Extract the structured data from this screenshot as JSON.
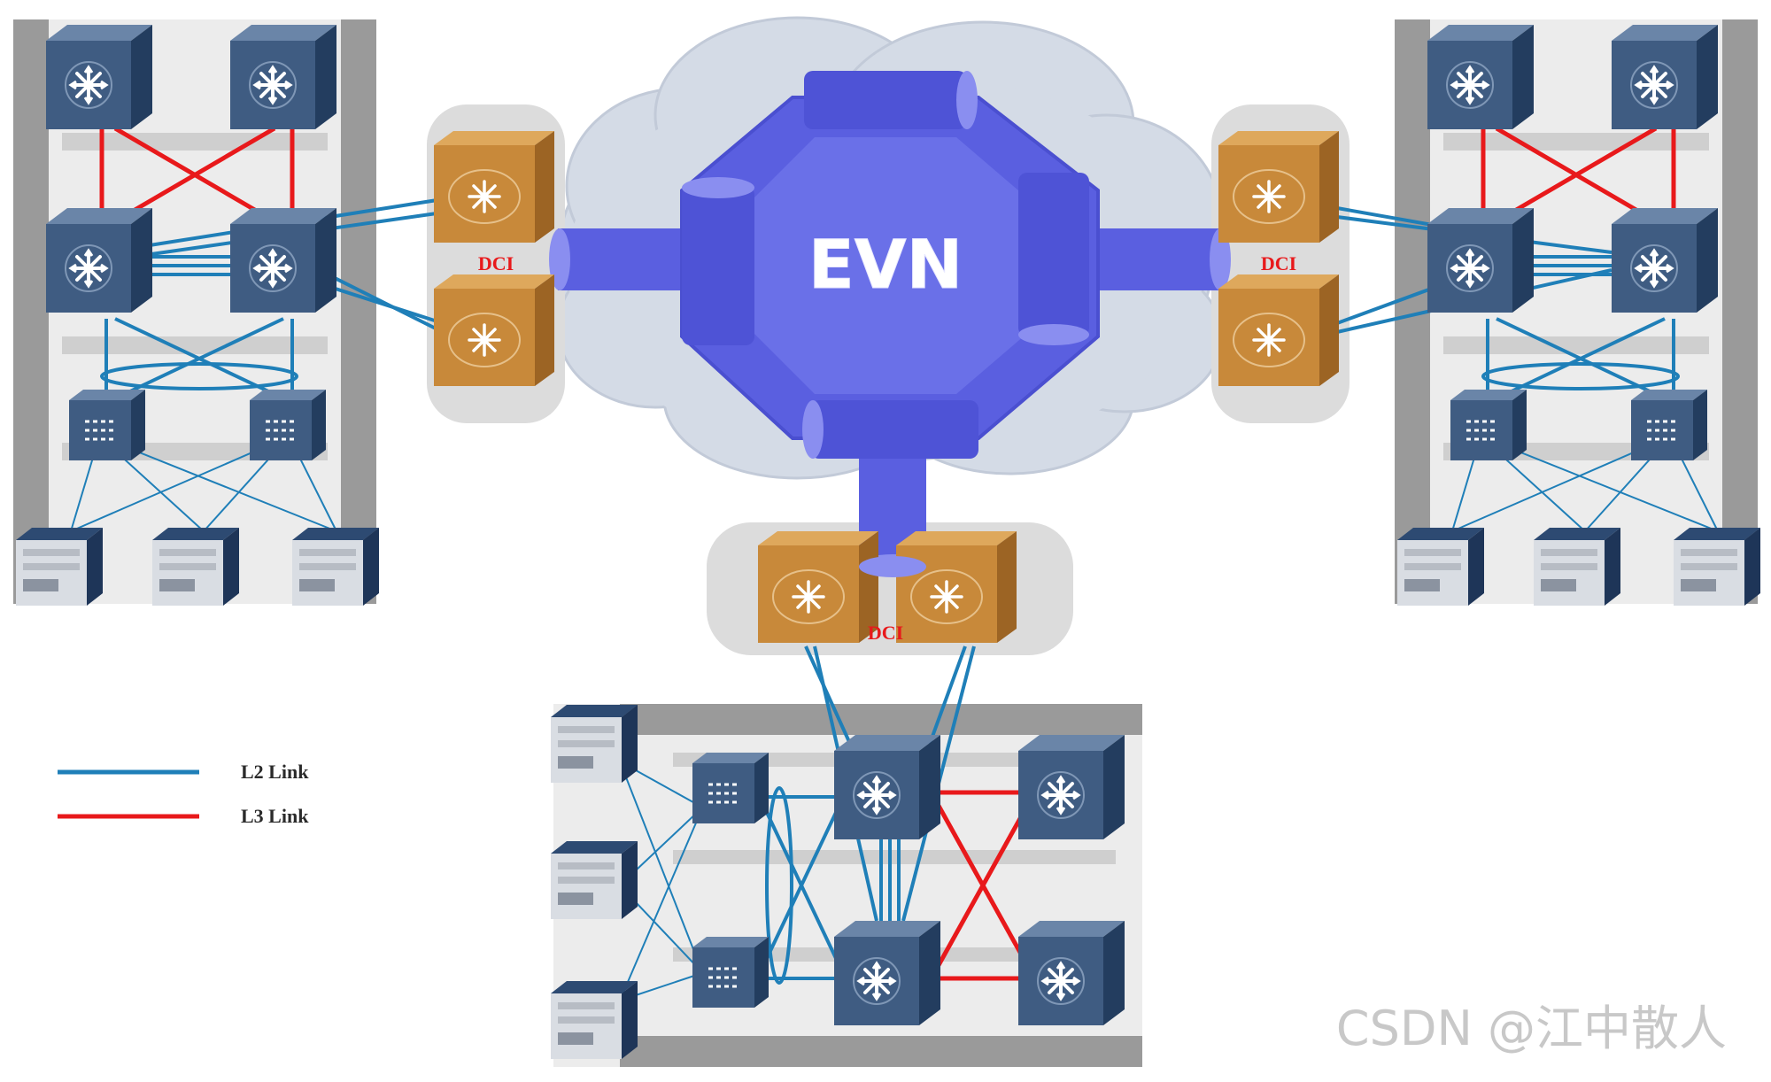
{
  "diagram": {
    "core_label": "EVN",
    "dci_label": "DCI",
    "watermark": "CSDN @江中散人",
    "legend": [
      {
        "label": "L2 Link",
        "color": "#1f7fb8"
      },
      {
        "label": "L3 Link",
        "color": "#e8191b"
      }
    ]
  },
  "colors": {
    "cloud": "#d4dbe6",
    "core_tube": "#5a5fe0",
    "core_face": "#6a70e8",
    "switch_top": "#5b7595",
    "switch_front": "#3e5a7e",
    "switch_side": "#243e60",
    "dci_front": "#c8893a",
    "dci_top": "#dea85c",
    "dci_side": "#9c6424",
    "rack": "#9a9a9a",
    "panel": "#dcdcdc"
  }
}
